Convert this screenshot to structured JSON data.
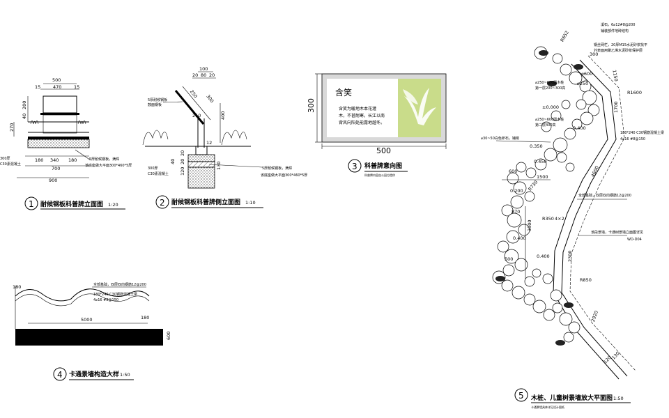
{
  "details": [
    {
      "num": "1",
      "title": "耐候钢板科普牌立面图",
      "scale": "1:20"
    },
    {
      "num": "2",
      "title": "耐候钢板科普牌侧立面图",
      "scale": "1:10"
    },
    {
      "num": "3",
      "title": "科普牌意向图",
      "scale": "",
      "subtitle": "科普牌内容由公园方提供"
    },
    {
      "num": "4",
      "title": "卡通景墙构造大样",
      "scale": "1:50"
    },
    {
      "num": "5",
      "title": "木桩、儿童树景墙放大平面图",
      "scale": "1:50",
      "subtitle": "卡通景墙具体详见设计图纸"
    }
  ],
  "detail1": {
    "dims": [
      "500",
      "15",
      "470",
      "15",
      "200",
      "40",
      "270",
      "180",
      "340",
      "180",
      "700",
      "900"
    ],
    "notes": [
      "300厚",
      "C30素混凝土",
      "5厚耐候钢板，满焊",
      "该底座做大平面300*460*5厚"
    ]
  },
  "detail2": {
    "dims": [
      "100",
      "20",
      "80",
      "20",
      "300",
      "400",
      "250",
      "210",
      "20",
      "12",
      "120",
      "130",
      "20",
      "40"
    ],
    "notes": [
      "5厚耐候钢板",
      "鼓面钢板",
      "300厚",
      "C30素混凝土",
      "5厚耐候钢板，满焊",
      "该底座做大平面300*460*5厚"
    ]
  },
  "detail3": {
    "sign_title": "含笑",
    "sign_body": [
      "含笑为暖地木本花灌",
      "木，不甚耐寒，长江以南",
      "背风向阳处能露地越冬。"
    ],
    "dim_h": "300",
    "dim_w": "500"
  },
  "detail4": {
    "dims": [
      "180",
      "5000",
      "180",
      "600"
    ],
    "notes": [
      "全部基础，双层双向钢筋12@200",
      "180*240 C30钢筋混凝土梁",
      "4⌀16 #8@150"
    ]
  },
  "detail5": {
    "dims": [
      "R652",
      "300",
      "1150",
      "1700",
      "R1600",
      "4600",
      "1500",
      "R730",
      "3500",
      "R350",
      "4×2",
      "2300",
      "R850",
      "2920",
      "120",
      "130"
    ],
    "notes": [
      "溪石，6⌀12#8@200",
      "铺装部件地砖结构",
      "钢丝网栏，20厚M15水泥砂浆找平",
      "外表面用聚乙烯水泥砂浆保护层",
      "⌀250~600圆木桩",
      "第一层200~300高",
      "⌀250~600圆木桩",
      "第二层400高",
      "⌀30~50白色卵石，铺砌",
      "180*240 C30钢筋混凝土梁",
      "4⌀16 #8@150",
      "全部基础，双层双向钢筋12@200",
      "该段景墙，卡通树景墙立面图详见",
      "WD-D04"
    ],
    "levels": [
      "⌀600",
      "⌀250",
      "±0.000",
      "0.400",
      "0.350",
      "0.450",
      "0.200",
      "0.400",
      "0.400",
      "500",
      "870",
      "600"
    ]
  }
}
